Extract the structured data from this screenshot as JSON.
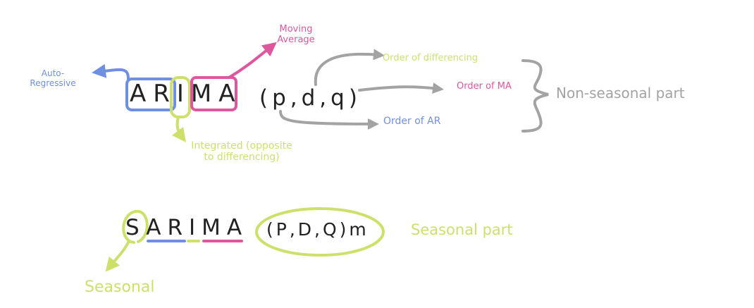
{
  "colors": {
    "blue": "#6f8fe3",
    "pink": "#e0569e",
    "lime": "#cfe06a",
    "gray": "#a3a3a3",
    "ink": "#222222"
  },
  "arima": {
    "word": "ARIMA",
    "params": "(p,d,q)"
  },
  "labels": {
    "auto_regressive_line1": "Auto-",
    "auto_regressive_line2": "Regressive",
    "moving_average_line1": "Moving",
    "moving_average_line2": "Average",
    "integrated_line1": "Integrated (opposite",
    "integrated_line2": "to differencing)",
    "order_of_differencing": "Order of differencing",
    "order_of_ma": "Order of MA",
    "order_of_ar": "Order of AR",
    "non_seasonal_part": "Non-seasonal part"
  },
  "sarima": {
    "word": "SARIMA",
    "params": "(P,D,Q)m",
    "seasonal_part": "Seasonal part",
    "seasonal": "Seasonal"
  }
}
